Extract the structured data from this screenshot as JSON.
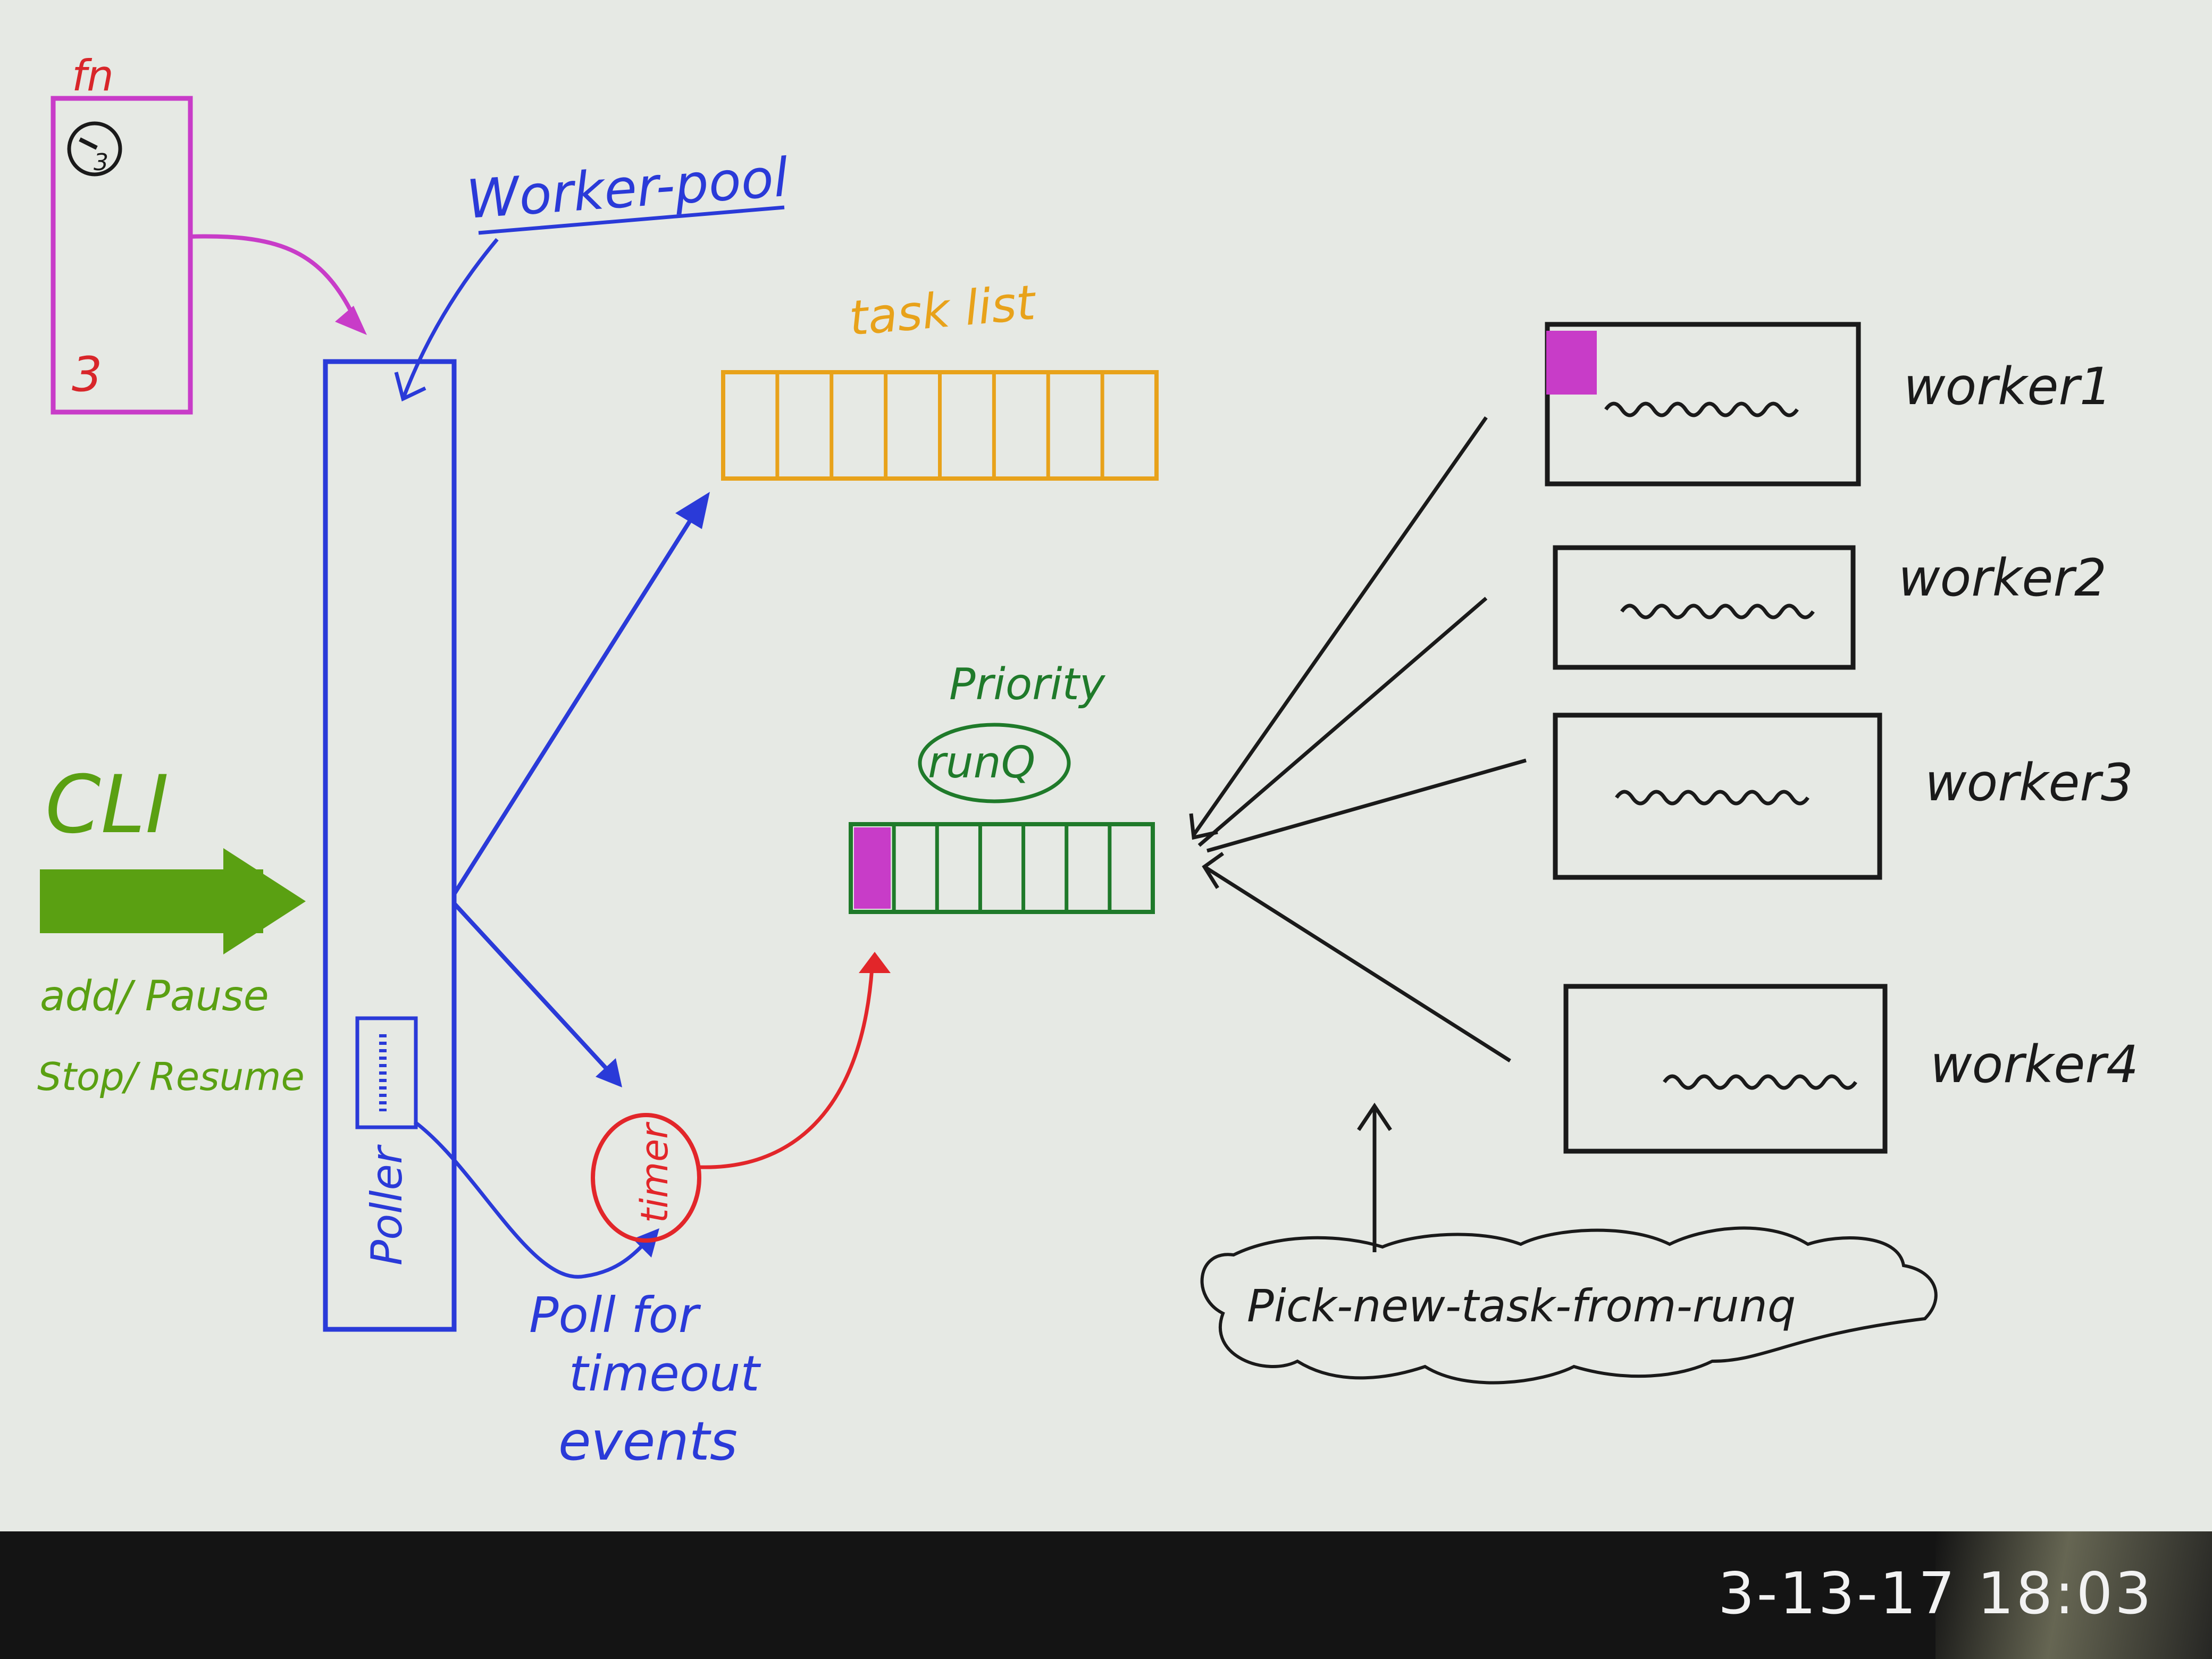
{
  "fn_box": {
    "title": "fn",
    "count_top": "3",
    "count_bottom": "3"
  },
  "labels": {
    "worker_pool": "Worker-pool",
    "task_list": "task list",
    "priority": "Priority",
    "runq": "runQ",
    "cli": "CLI",
    "cli_cmd_1": "add/ Pause",
    "cli_cmd_2": "Stop/ Resume",
    "poller": "Poller",
    "timer": "timer",
    "poll_note_1": "Poll for",
    "poll_note_2": "timeout",
    "poll_note_3": "events",
    "cloud": "Pick-new-task-from-runq"
  },
  "workers": [
    {
      "label": "worker1",
      "has_task": true
    },
    {
      "label": "worker2",
      "has_task": false
    },
    {
      "label": "worker3",
      "has_task": false
    },
    {
      "label": "worker4",
      "has_task": false
    }
  ],
  "task_list_cells": 8,
  "runq_cells": 7,
  "runq_filled_cells": 1,
  "timestamp": "3-13-17  18:03",
  "colors": {
    "magenta": "#c83cc8",
    "blue": "#2a3ad8",
    "orange": "#e8a21a",
    "green": "#1f7a2a",
    "cli_green": "#5aa012",
    "red": "#e2262a",
    "black": "#1a1a1a"
  }
}
